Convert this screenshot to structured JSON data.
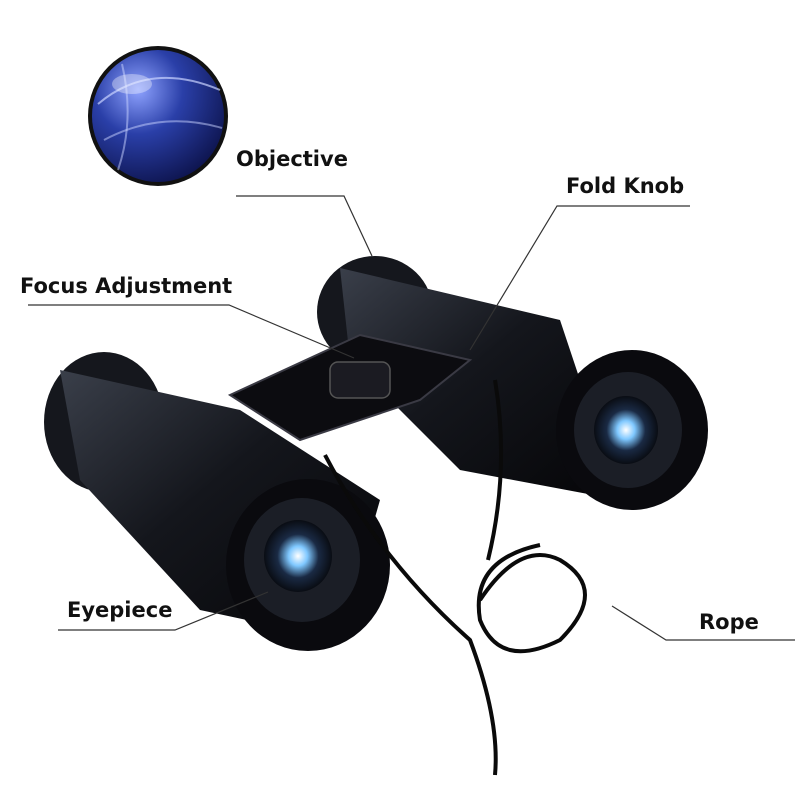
{
  "labels": {
    "objective": "Objective",
    "fold_knob": "Fold Knob",
    "focus_adjustment": "Focus Adjustment",
    "eyepiece": "Eyepiece",
    "rope": "Rope"
  },
  "colors": {
    "lens_blue": "#2a3fa8",
    "body_black": "#0d0d12",
    "leader_line": "#333333",
    "eyepiece_highlight": "#7fc8ff"
  }
}
